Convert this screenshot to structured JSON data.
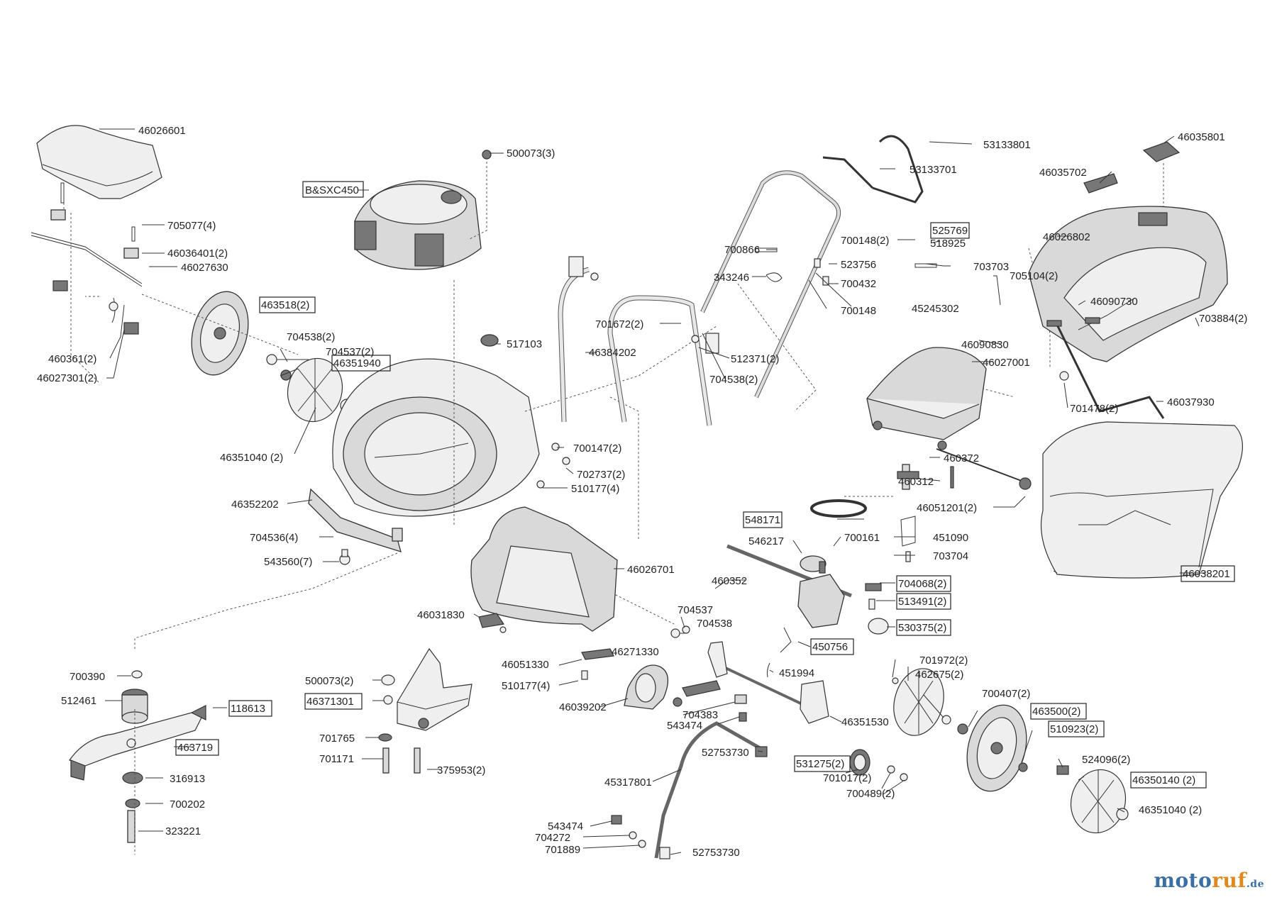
{
  "labels": [
    {
      "id": "46026601",
      "text": "46026601"
    },
    {
      "id": "705077",
      "text": "705077(4)"
    },
    {
      "id": "46036401",
      "text": "46036401(2)"
    },
    {
      "id": "46027630",
      "text": "46027630"
    },
    {
      "id": "460361",
      "text": "460361(2)"
    },
    {
      "id": "46027301",
      "text": "46027301(2)"
    },
    {
      "id": "463518",
      "text": "463518(2)"
    },
    {
      "id": "704538a",
      "text": "704538(2)"
    },
    {
      "id": "704537a",
      "text": "704537(2)"
    },
    {
      "id": "46351940",
      "text": "46351940"
    },
    {
      "id": "46351040a",
      "text": "46351040 (2)"
    },
    {
      "id": "46352202",
      "text": "46352202"
    },
    {
      "id": "704536",
      "text": "704536(4)"
    },
    {
      "id": "543560",
      "text": "543560(7)"
    },
    {
      "id": "500073a",
      "text": "500073(3)"
    },
    {
      "id": "bsxc450",
      "text": "B&SXC450"
    },
    {
      "id": "517103",
      "text": "517103"
    },
    {
      "id": "700147",
      "text": "700147(2)"
    },
    {
      "id": "702737",
      "text": "702737(2)"
    },
    {
      "id": "510177a",
      "text": "510177(4)"
    },
    {
      "id": "46384202",
      "text": "46384202"
    },
    {
      "id": "701672",
      "text": "701672(2)"
    },
    {
      "id": "512371",
      "text": "512371(2)"
    },
    {
      "id": "704538b",
      "text": "704538(2)"
    },
    {
      "id": "700866",
      "text": "700866"
    },
    {
      "id": "343246",
      "text": "343246"
    },
    {
      "id": "53133801",
      "text": "53133801"
    },
    {
      "id": "53133701",
      "text": "53133701"
    },
    {
      "id": "700148a",
      "text": "700148(2)"
    },
    {
      "id": "525769",
      "text": "525769"
    },
    {
      "id": "518925",
      "text": "518925"
    },
    {
      "id": "523756",
      "text": "523756"
    },
    {
      "id": "700432",
      "text": "700432"
    },
    {
      "id": "703703",
      "text": "703703"
    },
    {
      "id": "700148b",
      "text": "700148"
    },
    {
      "id": "45245302",
      "text": "45245302"
    },
    {
      "id": "46035801",
      "text": "46035801"
    },
    {
      "id": "46035702",
      "text": "46035702"
    },
    {
      "id": "46026802",
      "text": "46026802"
    },
    {
      "id": "705104",
      "text": "705104(2)"
    },
    {
      "id": "46090730",
      "text": "46090730"
    },
    {
      "id": "703884",
      "text": "703884(2)"
    },
    {
      "id": "46090830",
      "text": "46090830"
    },
    {
      "id": "46027001",
      "text": "46027001"
    },
    {
      "id": "701478",
      "text": "701478(2)"
    },
    {
      "id": "46037930",
      "text": "46037930"
    },
    {
      "id": "460372",
      "text": "460372"
    },
    {
      "id": "460312",
      "text": "460312"
    },
    {
      "id": "46051201",
      "text": "46051201(2)"
    },
    {
      "id": "548171",
      "text": "548171"
    },
    {
      "id": "546217",
      "text": "546217"
    },
    {
      "id": "700161",
      "text": "700161"
    },
    {
      "id": "451090",
      "text": "451090"
    },
    {
      "id": "703704",
      "text": "703704"
    },
    {
      "id": "46038201",
      "text": "46038201"
    },
    {
      "id": "460352",
      "text": "460352"
    },
    {
      "id": "704068",
      "text": "704068(2)"
    },
    {
      "id": "513491",
      "text": "513491(2)"
    },
    {
      "id": "530375",
      "text": "530375(2)"
    },
    {
      "id": "450756",
      "text": "450756"
    },
    {
      "id": "451994",
      "text": "451994"
    },
    {
      "id": "46026701",
      "text": "46026701"
    },
    {
      "id": "46031830",
      "text": "46031830"
    },
    {
      "id": "704537b",
      "text": "704537"
    },
    {
      "id": "704538c",
      "text": "704538"
    },
    {
      "id": "46051330",
      "text": "46051330"
    },
    {
      "id": "46271330",
      "text": "46271330"
    },
    {
      "id": "510177b",
      "text": "510177(4)"
    },
    {
      "id": "46039202",
      "text": "46039202"
    },
    {
      "id": "704383",
      "text": "704383"
    },
    {
      "id": "543474a",
      "text": "543474"
    },
    {
      "id": "46351530",
      "text": "46351530"
    },
    {
      "id": "701972",
      "text": "701972(2)"
    },
    {
      "id": "462675",
      "text": "462675(2)"
    },
    {
      "id": "700407",
      "text": "700407(2)"
    },
    {
      "id": "463500",
      "text": "463500(2)"
    },
    {
      "id": "510923",
      "text": "510923(2)"
    },
    {
      "id": "524096",
      "text": "524096(2)"
    },
    {
      "id": "46350140",
      "text": "46350140 (2)"
    },
    {
      "id": "46351040b",
      "text": "46351040 (2)"
    },
    {
      "id": "52753730a",
      "text": "52753730"
    },
    {
      "id": "531275",
      "text": "531275(2)"
    },
    {
      "id": "701017",
      "text": "701017(2)"
    },
    {
      "id": "700489",
      "text": "700489(2)"
    },
    {
      "id": "45317801",
      "text": "45317801"
    },
    {
      "id": "543474b",
      "text": "543474"
    },
    {
      "id": "704272",
      "text": "704272"
    },
    {
      "id": "701889",
      "text": "701889"
    },
    {
      "id": "52753730b",
      "text": "52753730"
    },
    {
      "id": "700390",
      "text": "700390"
    },
    {
      "id": "512461",
      "text": "512461"
    },
    {
      "id": "118613",
      "text": "118613"
    },
    {
      "id": "463719",
      "text": "463719"
    },
    {
      "id": "316913",
      "text": "316913"
    },
    {
      "id": "700202",
      "text": "700202"
    },
    {
      "id": "323221",
      "text": "323221"
    },
    {
      "id": "500073b",
      "text": "500073(2)"
    },
    {
      "id": "46371301",
      "text": "46371301"
    },
    {
      "id": "701765",
      "text": "701765"
    },
    {
      "id": "701171",
      "text": "701171"
    },
    {
      "id": "375953",
      "text": "375953(2)"
    }
  ],
  "watermark": {
    "part1": "moto",
    "part2": "ruf",
    "part3": ".de"
  }
}
